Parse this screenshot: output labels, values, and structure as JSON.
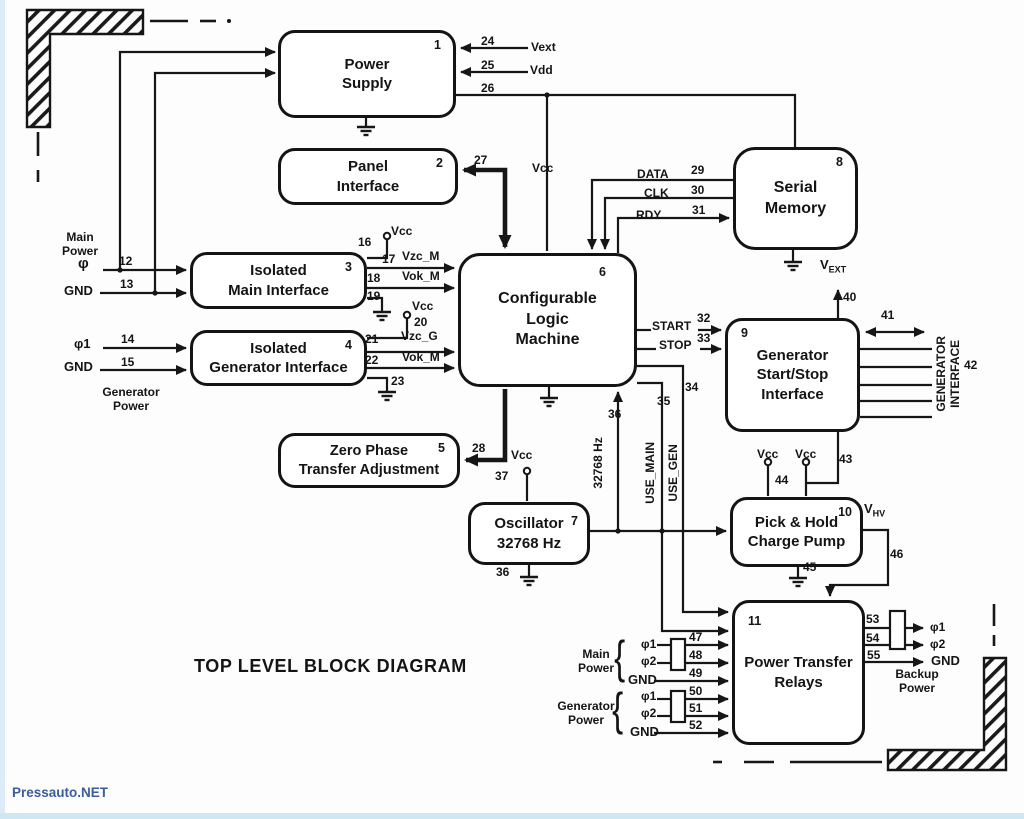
{
  "title": "TOP LEVEL BLOCK DIAGRAM",
  "watermark": "Pressauto.NET",
  "colors": {
    "ink": "#161616",
    "watermark_blue": "#3b5d9b",
    "page_edge_tint": "#dcecf7"
  },
  "blocks": {
    "power_supply": {
      "num": "1",
      "lines": [
        "Power",
        "Supply"
      ]
    },
    "panel_interface": {
      "num": "2",
      "lines": [
        "Panel",
        "Interface"
      ]
    },
    "isolated_main": {
      "num": "3",
      "lines": [
        "Isolated",
        "Main Interface"
      ]
    },
    "isolated_generator": {
      "num": "4",
      "lines": [
        "Isolated",
        "Generator Interface"
      ]
    },
    "zero_phase": {
      "num": "5",
      "lines": [
        "Zero Phase",
        "Transfer Adjustment"
      ]
    },
    "clm": {
      "num": "6",
      "lines": [
        "Configurable",
        "Logic",
        "Machine"
      ]
    },
    "oscillator": {
      "num": "7",
      "lines": [
        "Oscillator",
        "32768 Hz"
      ]
    },
    "serial_memory": {
      "num": "8",
      "lines": [
        "Serial",
        "Memory"
      ]
    },
    "gen_start_stop": {
      "num": "9",
      "lines": [
        "Generator",
        "Start/Stop",
        "Interface"
      ]
    },
    "pick_hold": {
      "num": "10",
      "lines": [
        "Pick & Hold",
        "Charge Pump"
      ]
    },
    "power_transfer": {
      "num": "11",
      "lines": [
        "Power Transfer",
        "Relays"
      ]
    }
  },
  "pins": {
    "p12": "12",
    "p13": "13",
    "p14": "14",
    "p15": "15",
    "p16": "16",
    "p17": "17",
    "p18": "18",
    "p19": "19",
    "p20": "20",
    "p21": "21",
    "p22": "22",
    "p23": "23",
    "p24": "24",
    "p25": "25",
    "p26": "26",
    "p27": "27",
    "p28": "28",
    "p29": "29",
    "p30": "30",
    "p31": "31",
    "p32": "32",
    "p33": "33",
    "p34": "34",
    "p35": "35",
    "p36": "36",
    "p37": "37",
    "p40": "40",
    "p41": "41",
    "p42": "42",
    "p43": "43",
    "p44": "44",
    "p45": "45",
    "p46": "46",
    "p47": "47",
    "p48": "48",
    "p49": "49",
    "p50": "50",
    "p51": "51",
    "p52": "52",
    "p53": "53",
    "p54": "54",
    "p55": "55"
  },
  "signals": {
    "vext": "Vext",
    "vdd": "Vdd",
    "vcc": "Vcc",
    "data": "DATA",
    "clk": "CLK",
    "rdy": "RDY",
    "start": "START",
    "stop": "STOP",
    "vzc_m": "Vzc_M",
    "vok_m": "Vok_M",
    "vzc_g": "Vzc_G",
    "use_main": "USE_MAIN",
    "use_gen": "USE_GEN",
    "osc_freq": "32768 Hz",
    "v": "V",
    "ext_sub": "EXT",
    "hv_sub": "HV",
    "phi": "φ",
    "phi1": "φ1",
    "phi2": "φ2",
    "gnd": "GND"
  },
  "words": {
    "main": "Main",
    "power": "Power",
    "generator": "Generator",
    "backup": "Backup",
    "gen_interface_1": "GENERATOR",
    "gen_interface_2": "INTERFACE",
    "brace": "{"
  }
}
